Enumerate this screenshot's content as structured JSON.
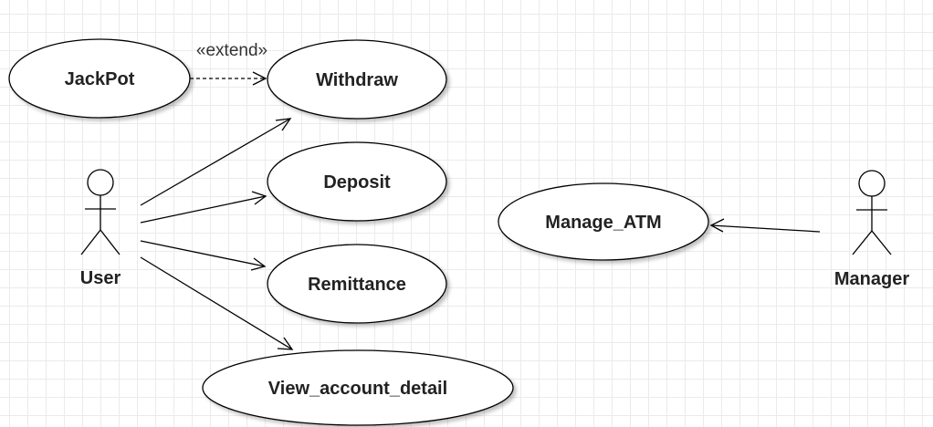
{
  "use_cases": {
    "jackpot": "JackPot",
    "withdraw": "Withdraw",
    "deposit": "Deposit",
    "remittance": "Remittance",
    "view_account_detail": "View_account_detail",
    "manage_atm": "Manage_ATM"
  },
  "actors": {
    "user": "User",
    "manager": "Manager"
  },
  "relations": {
    "extend_stereotype": "«extend»"
  }
}
